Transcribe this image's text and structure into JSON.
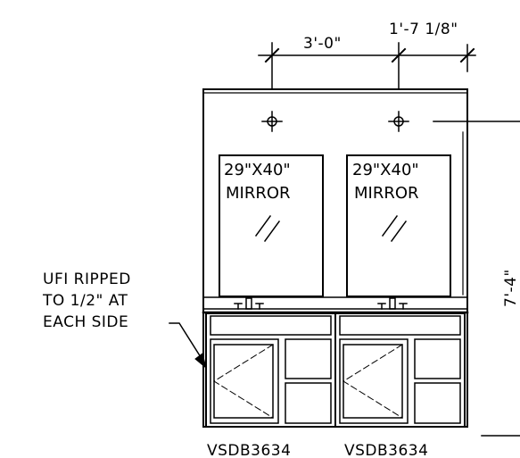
{
  "dimensions": {
    "top_left": "3'-0\"",
    "top_right": "1'-7 1/8\"",
    "height": "7'-4\""
  },
  "mirrors": [
    {
      "size": "29\"X40\"",
      "label": "MIRROR"
    },
    {
      "size": "29\"X40\"",
      "label": "MIRROR"
    }
  ],
  "note": {
    "lines": [
      "UFI RIPPED",
      "TO 1/2\" AT",
      "EACH SIDE"
    ]
  },
  "cabinets": [
    {
      "model": "VSDB3634"
    },
    {
      "model": "VSDB3634"
    }
  ],
  "icons": {
    "light": "crosshair-light-icon",
    "faucet": "faucet-icon"
  }
}
